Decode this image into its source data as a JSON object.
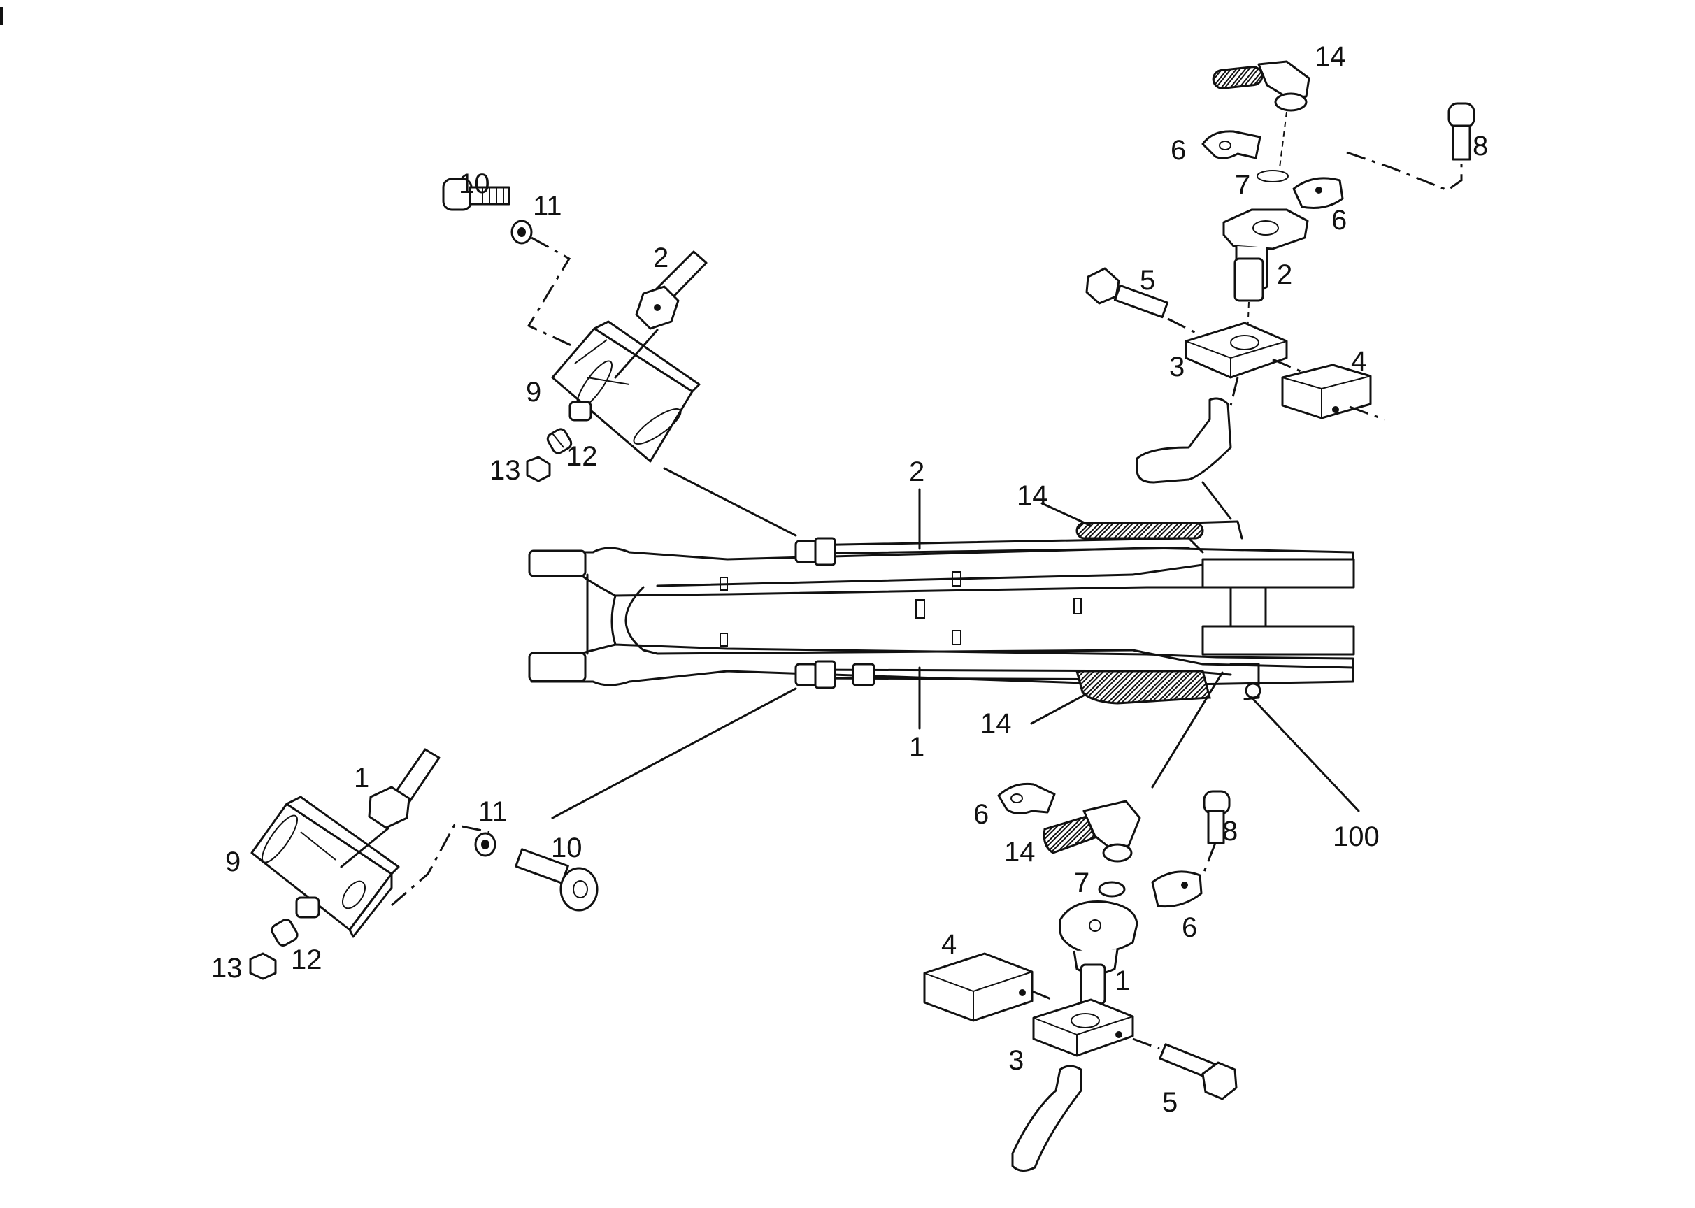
{
  "callouts": [
    {
      "id": "c-10-tl",
      "text": "10"
    },
    {
      "id": "c-11-tl",
      "text": "11"
    },
    {
      "id": "c-2-tl",
      "text": "2"
    },
    {
      "id": "c-9-tl",
      "text": "9"
    },
    {
      "id": "c-13-tl",
      "text": "13"
    },
    {
      "id": "c-12-tl",
      "text": "12"
    },
    {
      "id": "c-2-mid",
      "text": "2"
    },
    {
      "id": "c-14-mid-top",
      "text": "14"
    },
    {
      "id": "c-14-mid-bot",
      "text": "14"
    },
    {
      "id": "c-1-mid",
      "text": "1"
    },
    {
      "id": "c-100",
      "text": "100"
    },
    {
      "id": "c-1-bl",
      "text": "1"
    },
    {
      "id": "c-9-bl",
      "text": "9"
    },
    {
      "id": "c-11-bl",
      "text": "11"
    },
    {
      "id": "c-10-bl",
      "text": "10"
    },
    {
      "id": "c-13-bl",
      "text": "13"
    },
    {
      "id": "c-12-bl",
      "text": "12"
    },
    {
      "id": "c-14-tr",
      "text": "14"
    },
    {
      "id": "c-6-tr-a",
      "text": "6"
    },
    {
      "id": "c-7-tr",
      "text": "7"
    },
    {
      "id": "c-8-tr",
      "text": "8"
    },
    {
      "id": "c-6-tr-b",
      "text": "6"
    },
    {
      "id": "c-5-tr",
      "text": "5"
    },
    {
      "id": "c-2-tr",
      "text": "2"
    },
    {
      "id": "c-3-tr",
      "text": "3"
    },
    {
      "id": "c-4-tr",
      "text": "4"
    },
    {
      "id": "c-6-br-a",
      "text": "6"
    },
    {
      "id": "c-14-br",
      "text": "14"
    },
    {
      "id": "c-8-br",
      "text": "8"
    },
    {
      "id": "c-7-br",
      "text": "7"
    },
    {
      "id": "c-6-br-b",
      "text": "6"
    },
    {
      "id": "c-4-br",
      "text": "4"
    },
    {
      "id": "c-1-br",
      "text": "1"
    },
    {
      "id": "c-3-br",
      "text": "3"
    },
    {
      "id": "c-5-br",
      "text": "5"
    }
  ]
}
